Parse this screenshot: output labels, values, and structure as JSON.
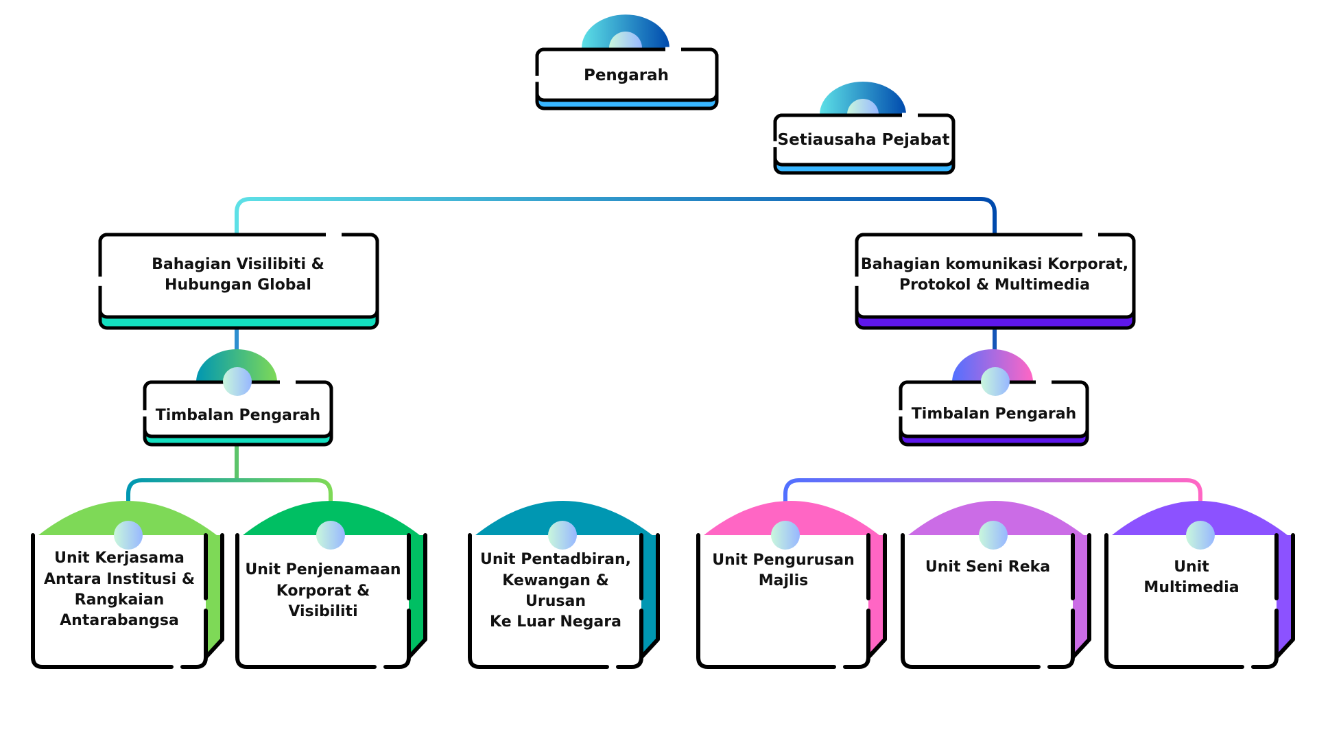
{
  "title": "Organization Chart",
  "nodes": {
    "pengarah": {
      "label": "Pengarah",
      "accent": "#38b6ff",
      "dome": [
        "#5de0e6",
        "#004aad"
      ]
    },
    "setiausaha": {
      "label": "Setiausaha Pejabat",
      "accent": "#38b6ff",
      "dome": [
        "#5de0e6",
        "#004aad"
      ]
    },
    "bahagian_left": {
      "label": "Bahagian Visilibiti &\nHubungan Global",
      "accent": "#14e0c0"
    },
    "bahagian_right": {
      "label": "Bahagian komunikasi Korporat,\nProtokol & Multimedia",
      "accent": "#5e17eb"
    },
    "timbalan_left": {
      "label": "Timbalan Pengarah",
      "accent": "#14e0c0",
      "dome": [
        "#0097b2",
        "#7ed957"
      ]
    },
    "timbalan_right": {
      "label": "Timbalan Pengarah",
      "accent": "#5e17eb",
      "dome": [
        "#5170ff",
        "#ff66c4"
      ]
    }
  },
  "units": [
    {
      "label": "Unit Kerjasama\nAntara Institusi &\nRangkaian\nAntarabangsa",
      "color": "#7ed957"
    },
    {
      "label": "Unit Penjenamaan\nKorporat &\nVisibiliti",
      "color": "#00bf63"
    },
    {
      "label": "Unit Pentadbiran,\nKewangan & Urusan\nKe Luar Negara",
      "color": "#0097b2"
    },
    {
      "label": "Unit Pengurusan\nMajlis",
      "color": "#ff66c4"
    },
    {
      "label": "Unit Seni Reka",
      "color": "#cb6ce6"
    },
    {
      "label": "Unit\nMultimedia",
      "color": "#8c52ff"
    }
  ],
  "connector_gradients": {
    "top": [
      "#5de0e6",
      "#004aad"
    ],
    "left_group": [
      "#0097b2",
      "#7ed957"
    ],
    "right_group": [
      "#5170ff",
      "#ff66c4"
    ]
  }
}
